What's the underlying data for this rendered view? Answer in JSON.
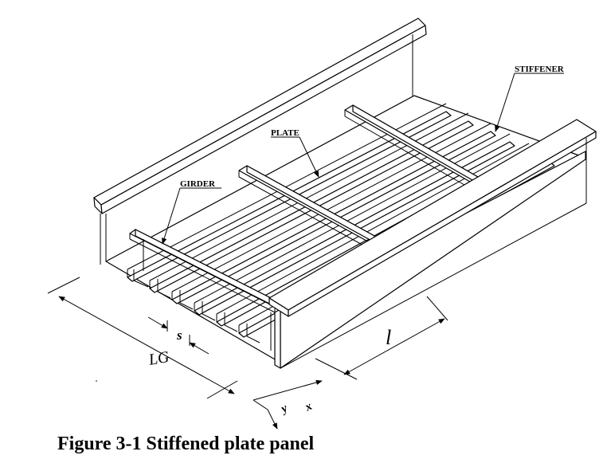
{
  "labels": {
    "stiffener": "STIFFENER",
    "plate": "PLATE",
    "girder": "GIRDER"
  },
  "dimensions": {
    "stiffener_spacing": "s",
    "girder_length": "LG",
    "span": "l"
  },
  "axes": {
    "y": "y",
    "x": "x"
  },
  "caption": "Figure 3-1 Stiffened plate panel",
  "colors": {
    "line": "#000000",
    "background": "#ffffff"
  }
}
